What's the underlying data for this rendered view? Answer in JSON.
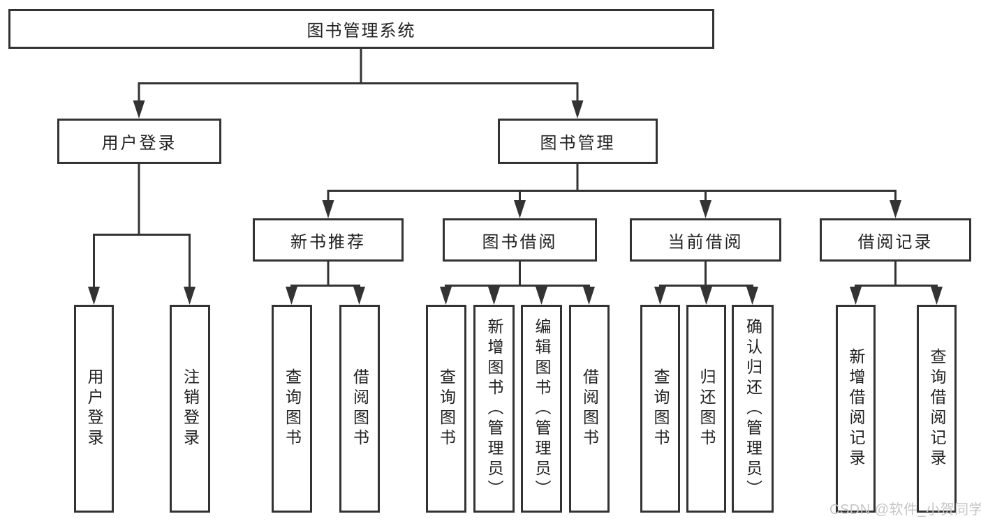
{
  "diagram": {
    "root": {
      "label": "图书管理系统"
    },
    "branches": [
      {
        "label": "用户登录",
        "leaves": [
          {
            "label": "用户登录"
          },
          {
            "label": "注销登录"
          }
        ]
      },
      {
        "label": "图书管理",
        "sections": [
          {
            "label": "新书推荐",
            "leaves": [
              {
                "label": "查询图书"
              },
              {
                "label": "借阅图书"
              }
            ]
          },
          {
            "label": "图书借阅",
            "leaves": [
              {
                "label": "查询图书"
              },
              {
                "label": "新增图书（管理员）"
              },
              {
                "label": "编辑图书（管理员）"
              },
              {
                "label": "借阅图书"
              }
            ]
          },
          {
            "label": "当前借阅",
            "leaves": [
              {
                "label": "查询图书"
              },
              {
                "label": "归还图书"
              },
              {
                "label": "确认归还（管理员）"
              }
            ]
          },
          {
            "label": "借阅记录",
            "leaves": [
              {
                "label": "新增借阅记录"
              },
              {
                "label": "查询借阅记录"
              }
            ]
          }
        ]
      }
    ]
  },
  "watermark": {
    "text": "CSDN @软件_小贺同学"
  },
  "colors": {
    "line": "#333333",
    "box_border": "#333333",
    "box_background": "#ffffff",
    "text": "#222222",
    "watermark": "#c6c6c6"
  }
}
